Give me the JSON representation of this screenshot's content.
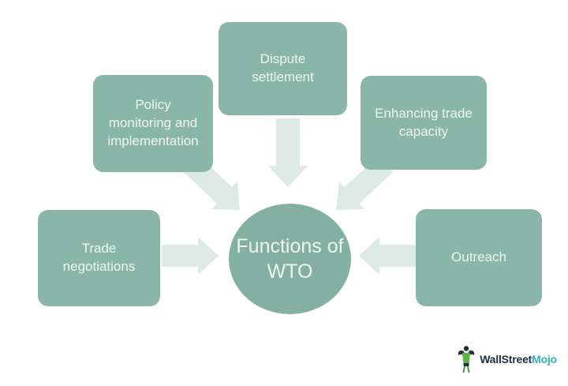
{
  "diagram": {
    "center_label": "Functions of\nWTO",
    "nodes": [
      {
        "id": "dispute",
        "label": "Dispute\nsettlement"
      },
      {
        "id": "policy",
        "label": "Policy\nmonitoring and\nimplementation"
      },
      {
        "id": "enhancing",
        "label": "Enhancing trade\ncapacity"
      },
      {
        "id": "trade",
        "label": "Trade\nnegotiations"
      },
      {
        "id": "outreach",
        "label": "Outreach"
      }
    ],
    "colors": {
      "node_fill": "#8ab5a9",
      "center_fill": "#84b0a4",
      "arrow_fill": "#dde9e4",
      "node_text": "#edf5f1",
      "background": "#ffffff"
    }
  },
  "branding": {
    "logo_text_primary": "WallStreet",
    "logo_text_secondary": "Mojo",
    "logo_color_primary": "#232e3c",
    "logo_color_secondary": "#2fb5bd",
    "logo_icon": "muscle-man-icon"
  }
}
